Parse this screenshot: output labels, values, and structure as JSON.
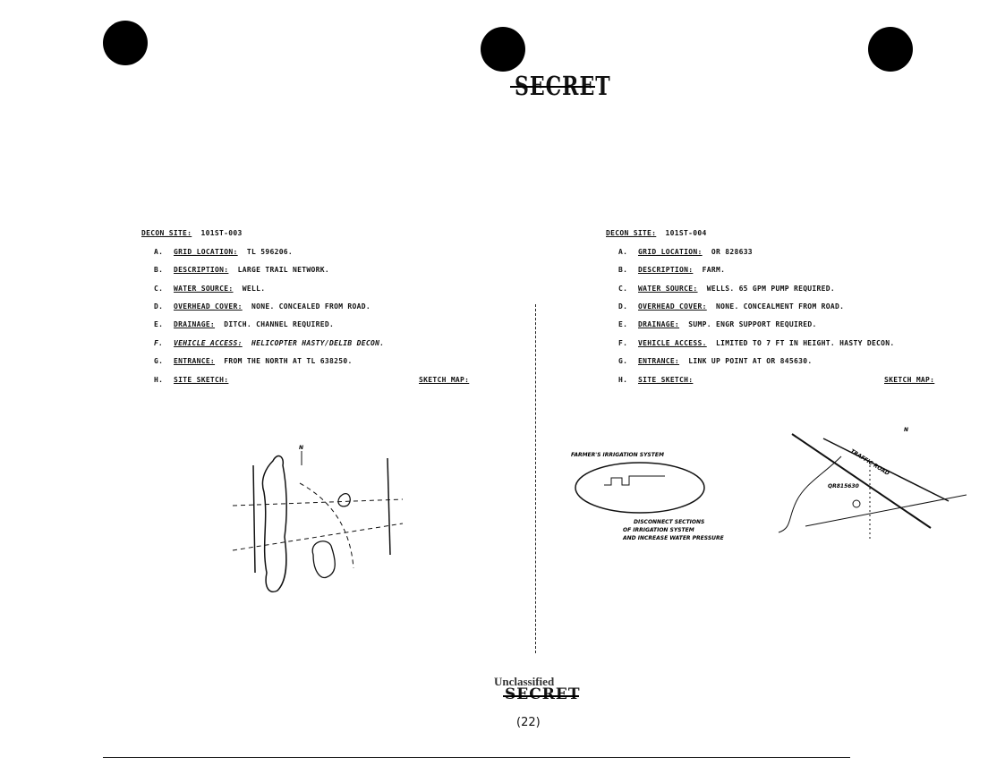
{
  "header": {
    "classification": "SECRET"
  },
  "left_site": {
    "title_label": "DECON_SITE:",
    "title_value": "101ST-003",
    "items": [
      {
        "letter": "A.",
        "label": "GRID_LOCATION:",
        "value": "TL 596206."
      },
      {
        "letter": "B.",
        "label": "DESCRIPTION:",
        "value": "LARGE TRAIL NETWORK."
      },
      {
        "letter": "C.",
        "label": "WATER_SOURCE:",
        "value": "WELL."
      },
      {
        "letter": "D.",
        "label": "OVERHEAD_COVER:",
        "value": "NONE.  CONCEALED FROM ROAD."
      },
      {
        "letter": "E.",
        "label": "DRAINAGE:",
        "value": "DITCH.  CHANNEL REQUIRED."
      },
      {
        "letter": "F.",
        "label": "VEHICLE_ACCESS:",
        "value": "HELICOPTER  HASTY/DELIB DECON."
      },
      {
        "letter": "G.",
        "label": "ENTRANCE:",
        "value": "FROM THE NORTH AT TL 638250."
      },
      {
        "letter": "H.",
        "label": "SITE_SKETCH:",
        "value": ""
      }
    ],
    "sketch_map_label": "SKETCH_MAP:",
    "sketch": {
      "north": "N"
    }
  },
  "right_site": {
    "title_label": "DECON_SITE:",
    "title_value": "101ST-004",
    "items": [
      {
        "letter": "A.",
        "label": "GRID_LOCATION:",
        "value": "OR 828633"
      },
      {
        "letter": "B.",
        "label": "DESCRIPTION:",
        "value": "FARM."
      },
      {
        "letter": "C.",
        "label": "WATER_SOURCE:",
        "value": "WELLS.  65 GPM PUMP REQUIRED."
      },
      {
        "letter": "D.",
        "label": "OVERHEAD_COVER:",
        "value": "NONE.  CONCEALMENT FROM ROAD."
      },
      {
        "letter": "E.",
        "label": "DRAINAGE:",
        "value": "SUMP.  ENGR SUPPORT REQUIRED."
      },
      {
        "letter": "F.",
        "label": "VEHICLE_ACCESS.",
        "value": "LIMITED TO 7 FT IN HEIGHT.  HASTY DECON."
      },
      {
        "letter": "G.",
        "label": "ENTRANCE:",
        "value": "LINK UP POINT AT OR 845630."
      },
      {
        "letter": "H.",
        "label": "SITE_SKETCH:",
        "value": ""
      }
    ],
    "sketch_map_label": "SKETCH_MAP:",
    "sketch": {
      "irrigation_title": "FARMER'S IRRIGATION SYSTEM",
      "note_line1": "DISCONNECT SECTIONS",
      "note_line2": "OF IRRIGATION SYSTEM",
      "note_line3": "AND INCREASE WATER PRESSURE",
      "road_label": "TRAFFIC ROAD",
      "grid_label": "QR815630",
      "north": "N"
    }
  },
  "footer": {
    "marking": "Unclassified",
    "classification": "SECRET",
    "page_number": "(22)"
  }
}
